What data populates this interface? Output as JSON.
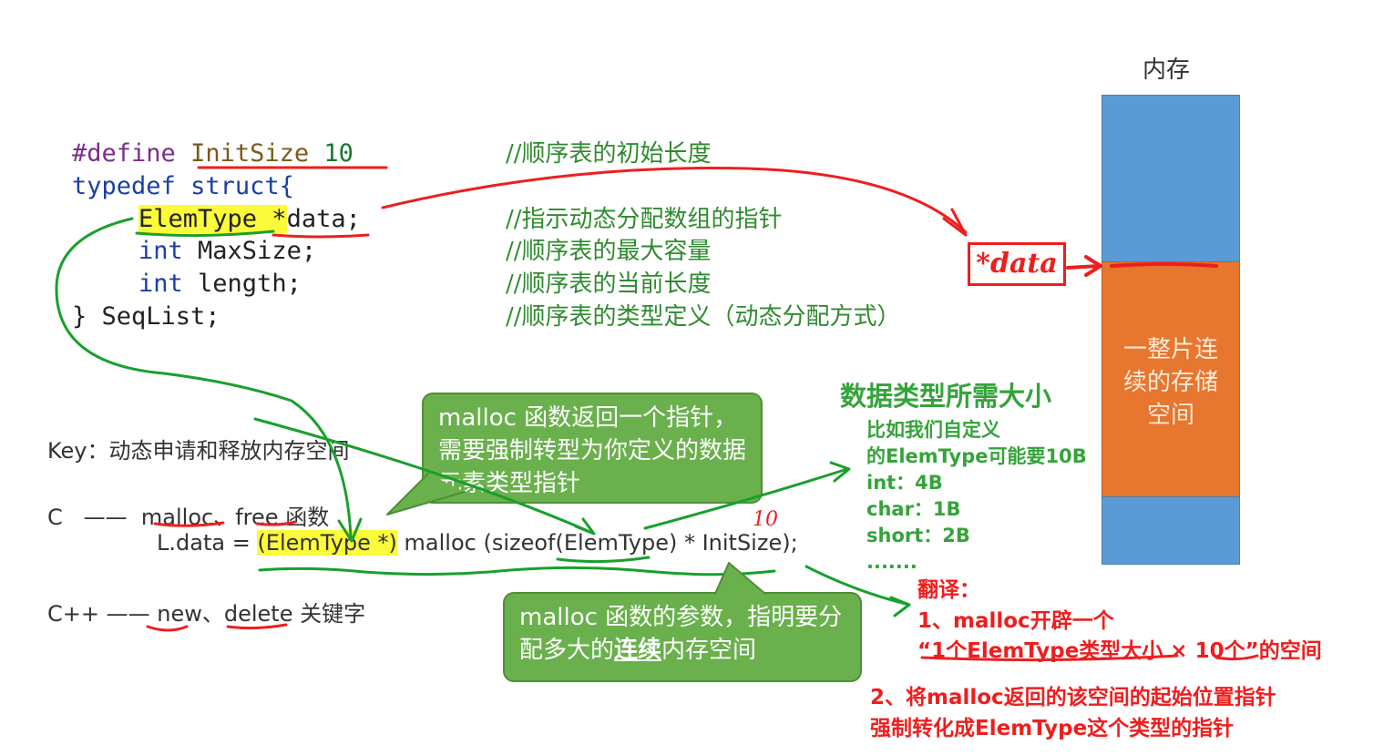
{
  "code": {
    "line1": {
      "directive": "#define",
      "name": "InitSize",
      "value": "10",
      "comment": "//顺序表的初始长度"
    },
    "line2": {
      "typedef": "typedef",
      "struct": "struct{"
    },
    "line3": {
      "type": "ElemType",
      "rest": " *data;",
      "comment": "//指示动态分配数组的指针"
    },
    "line4": {
      "type": "int",
      "rest": " MaxSize;",
      "comment": "//顺序表的最大容量"
    },
    "line5": {
      "type": "int",
      "rest": " length;",
      "comment": "//顺序表的当前长度"
    },
    "line6": {
      "text": "} SeqList;",
      "comment": "//顺序表的类型定义（动态分配方式）"
    }
  },
  "memory": {
    "label": "内存",
    "block_text_lines": [
      "一整片连",
      "续的存储",
      "空间"
    ],
    "colors": {
      "blue": "#5b9bd5",
      "orange": "#e7762f"
    }
  },
  "data_label": "*data",
  "key_line": "Key：动态申请和释放内存空间",
  "c_line": {
    "lang": "C",
    "dash": "——",
    "malloc": "malloc",
    "sep": "、",
    "free": "free",
    "suffix": " 函数"
  },
  "c_code": {
    "part1": "L.data = ",
    "cast": "(ElemType *)",
    "part2": " malloc (sizeof(ElemType) * InitSize);"
  },
  "cpp_line": {
    "lang": "C++",
    "dash": "——",
    "new": "new",
    "sep": "、",
    "delete": "delete",
    "suffix": " 关键字"
  },
  "bubble1": "malloc 函数返回一个指针，需要强制转型为你定义的数据元素类型指针",
  "bubble2": {
    "text1": "malloc 函数的参数，指明要分配多大的",
    "underlined": "连续",
    "text2": "内存空间"
  },
  "green_note": {
    "title": "数据类型所需大小",
    "lines": [
      "比如我们自定义",
      "的ElemType可能要10B",
      "int：4B",
      "char：1B",
      "short：2B",
      "......."
    ]
  },
  "red_note": {
    "title": "翻译：",
    "line1": "1、malloc开辟一个",
    "line2": "“1个ElemType类型大小 × 10个”的空间",
    "line3": "2、将malloc返回的该空间的起始位置指针",
    "line4": "强制转化成ElemType这个类型的指针"
  },
  "handwritten_10": "10"
}
